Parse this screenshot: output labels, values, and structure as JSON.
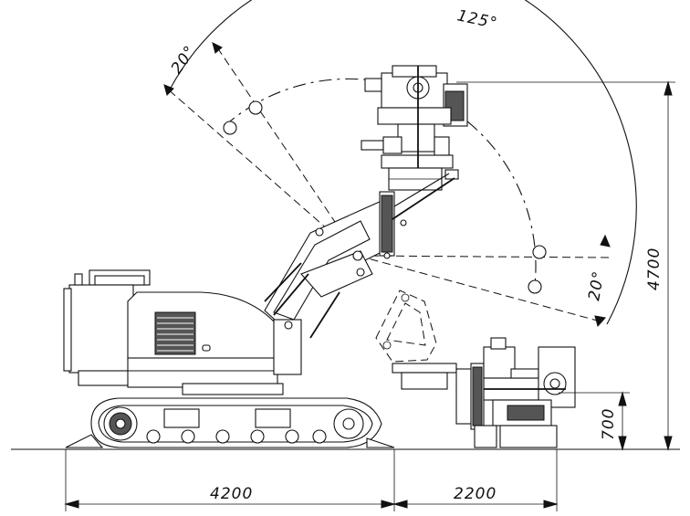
{
  "drawing": {
    "angles": {
      "swing_total": "125°",
      "upper_tilt": "20°",
      "lower_tilt": "20°"
    },
    "dimensions": {
      "machine_length": "4200",
      "boom_reach": "2200",
      "max_height": "4700",
      "low_height": "700"
    }
  }
}
